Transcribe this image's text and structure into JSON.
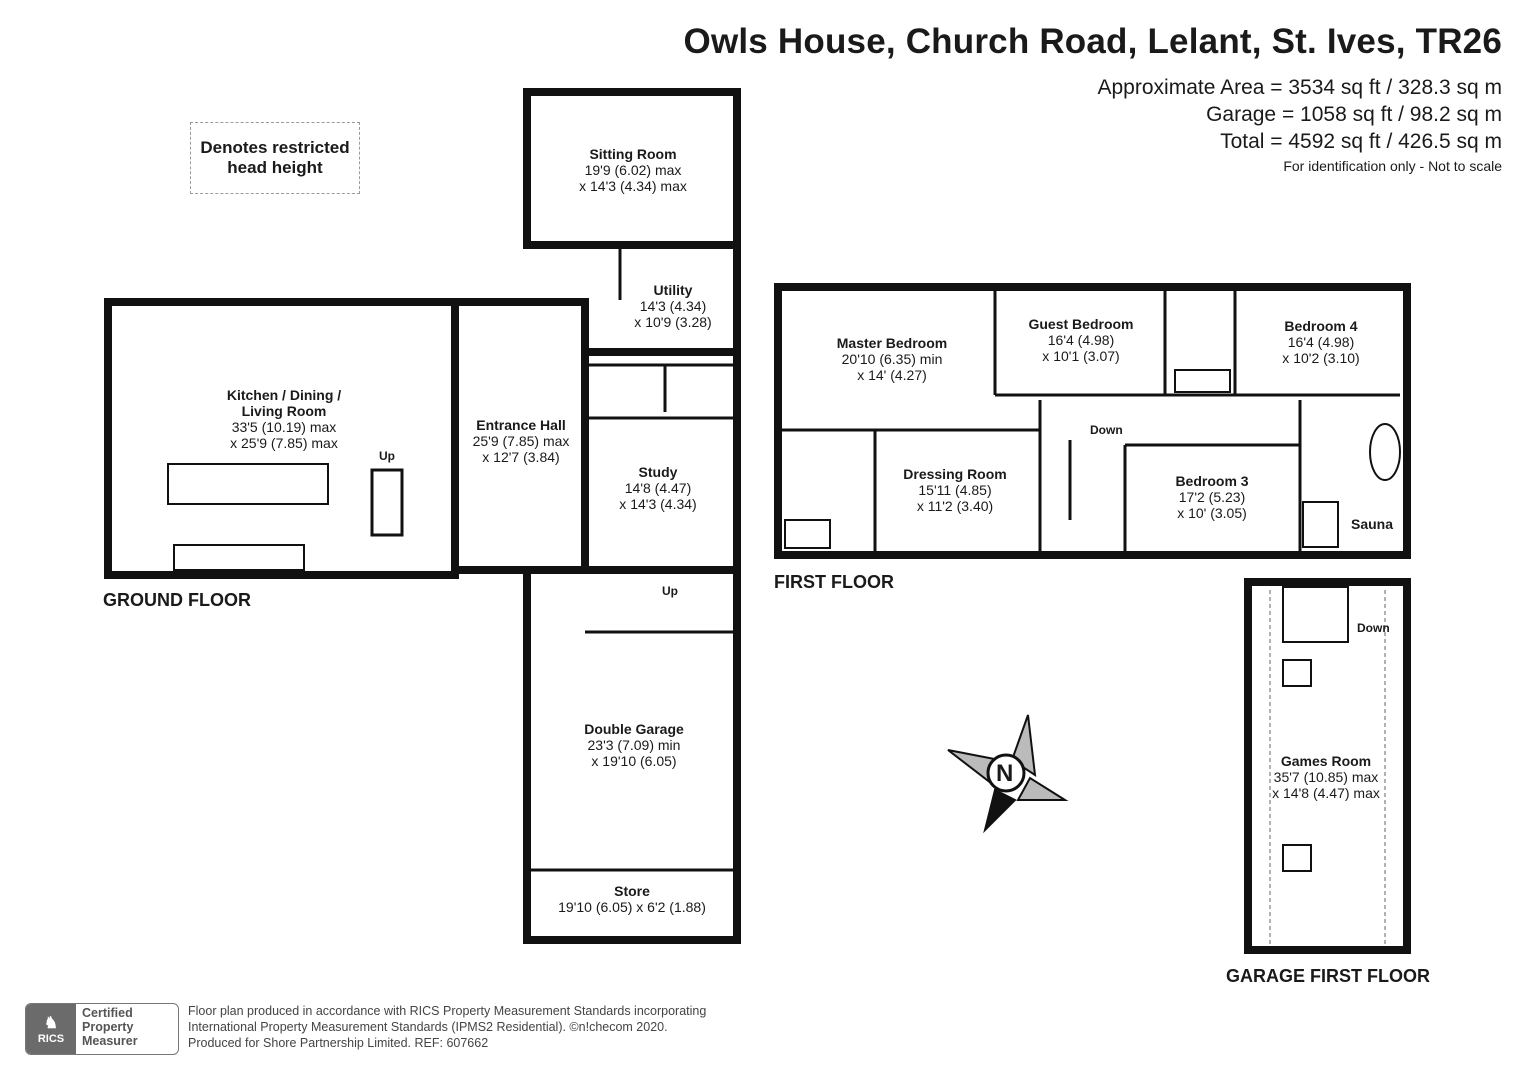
{
  "header": {
    "title": "Owls House, Church Road, Lelant, St. Ives, TR26",
    "approx_area": "Approximate Area = 3534 sq ft / 328.3 sq m",
    "garage_area": "Garage = 1058 sq ft / 98.2 sq m",
    "total_area": "Total = 4592 sq ft / 426.5 sq m",
    "note": "For identification only - Not to scale"
  },
  "legend": {
    "restricted": "Denotes restricted head height"
  },
  "floors": {
    "ground": "GROUND FLOOR",
    "first": "FIRST FLOOR",
    "garage_first": "GARAGE FIRST FLOOR"
  },
  "rooms": {
    "sitting": {
      "name": "Sitting Room",
      "dim1": "19'9 (6.02) max",
      "dim2": "x 14'3 (4.34) max"
    },
    "utility": {
      "name": "Utility",
      "dim1": "14'3 (4.34)",
      "dim2": "x 10'9 (3.28)"
    },
    "kitchen": {
      "name1": "Kitchen / Dining /",
      "name2": "Living Room",
      "dim1": "33'5 (10.19) max",
      "dim2": "x 25'9 (7.85) max"
    },
    "hall": {
      "name": "Entrance Hall",
      "dim1": "25'9 (7.85) max",
      "dim2": "x 12'7 (3.84)"
    },
    "study": {
      "name": "Study",
      "dim1": "14'8 (4.47)",
      "dim2": "x 14'3 (4.34)"
    },
    "garage": {
      "name": "Double Garage",
      "dim1": "23'3 (7.09) min",
      "dim2": "x 19'10 (6.05)"
    },
    "store": {
      "name": "Store",
      "dim1": "19'10 (6.05) x 6'2 (1.88)"
    },
    "master": {
      "name": "Master Bedroom",
      "dim1": "20'10 (6.35) min",
      "dim2": "x 14' (4.27)"
    },
    "guest": {
      "name": "Guest Bedroom",
      "dim1": "16'4 (4.98)",
      "dim2": "x 10'1 (3.07)"
    },
    "bed4": {
      "name": "Bedroom 4",
      "dim1": "16'4 (4.98)",
      "dim2": "x 10'2 (3.10)"
    },
    "dressing": {
      "name": "Dressing Room",
      "dim1": "15'11 (4.85)",
      "dim2": "x 11'2 (3.40)"
    },
    "bed3": {
      "name": "Bedroom 3",
      "dim1": "17'2 (5.23)",
      "dim2": "x 10' (3.05)"
    },
    "sauna": {
      "name": "Sauna"
    },
    "games": {
      "name": "Games Room",
      "dim1": "35'7 (10.85) max",
      "dim2": "x 14'8 (4.47) max"
    }
  },
  "stairs": {
    "up": "Up",
    "down": "Down"
  },
  "compass": {
    "letter": "N"
  },
  "footer": {
    "line1": "Floor plan produced in accordance with RICS Property Measurement Standards incorporating",
    "line2": "International Property Measurement Standards (IPMS2 Residential).  ©n!checom 2020.",
    "line3": "Produced for Shore Partnership Limited.   REF:  607662",
    "badge1": "Certified",
    "badge2": "Property",
    "badge3": "Measurer",
    "badge_logo": "RICS"
  }
}
